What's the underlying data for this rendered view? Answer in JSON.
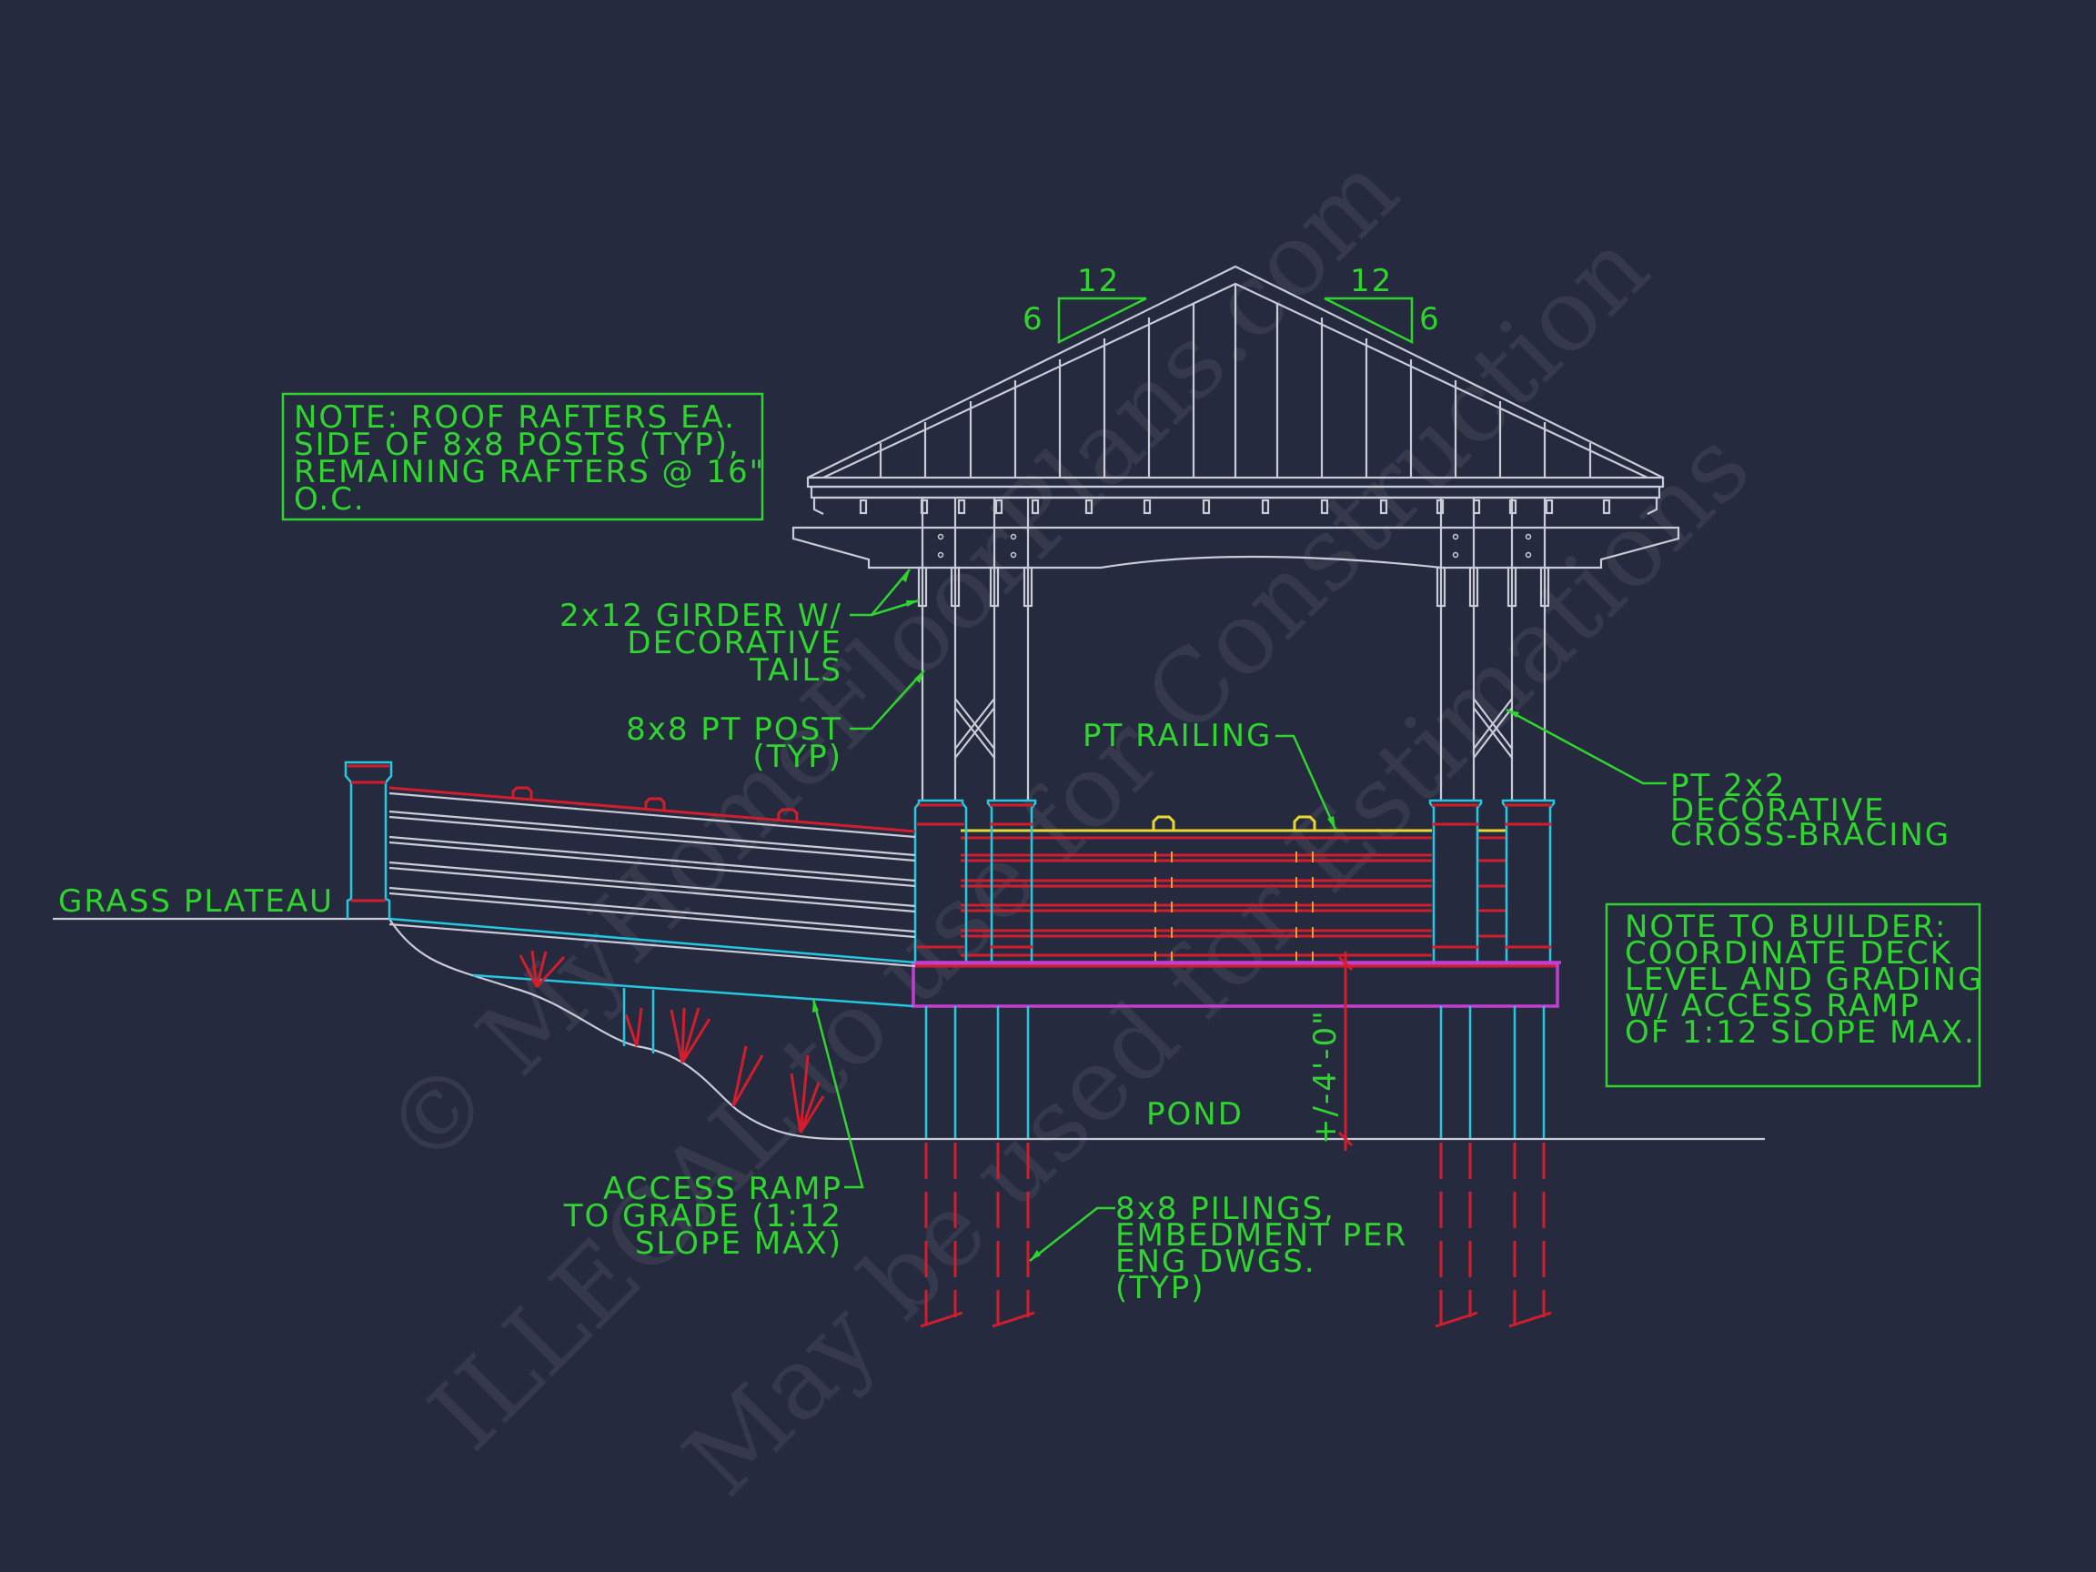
{
  "drawing": {
    "title": "Gazebo on pond - elevation with access ramp",
    "colors": {
      "background": "#262a3e",
      "annotation": "#2fd42f",
      "structure": "#c9cbd6",
      "posts": "#22c8e0",
      "railing": "#d21e2c",
      "top_rail": "#e8d832",
      "deck": "#c23fd0"
    },
    "roof_pitch": {
      "left": {
        "run": "12",
        "rise": "6"
      },
      "right": {
        "run": "12",
        "rise": "6"
      }
    },
    "notes": {
      "roof_rafters": {
        "lines": [
          "NOTE: ROOF RAFTERS EA.",
          "SIDE OF 8x8 POSTS (TYP),",
          "REMAINING RAFTERS @ 16\"",
          "O.C."
        ]
      },
      "builder": {
        "lines": [
          "NOTE TO BUILDER:",
          "COORDINATE DECK",
          "LEVEL AND GRADING",
          "W/ ACCESS RAMP",
          "OF 1:12 SLOPE MAX."
        ]
      }
    },
    "callouts": {
      "girder": [
        "2x12 GIRDER W/",
        "DECORATIVE",
        "TAILS"
      ],
      "post": [
        "8x8 PT POST",
        "(TYP)"
      ],
      "railing": [
        "PT RAILING"
      ],
      "bracing": [
        "PT 2x2",
        "DECORATIVE",
        "CROSS-BRACING"
      ],
      "ramp": [
        "ACCESS RAMP",
        "TO GRADE (1:12",
        "SLOPE MAX)"
      ],
      "pilings": [
        "8x8 PILINGS,",
        "EMBEDMENT PER",
        "ENG DWGS.",
        "(TYP)"
      ]
    },
    "labels": {
      "grass": "GRASS PLATEAU",
      "pond": "POND",
      "dimension": "+/-4'-0\""
    },
    "watermarks": [
      "© MyHomeFloorPlans.com",
      "ILLEGAL to use for Construction",
      "May be used for Estimations"
    ]
  }
}
